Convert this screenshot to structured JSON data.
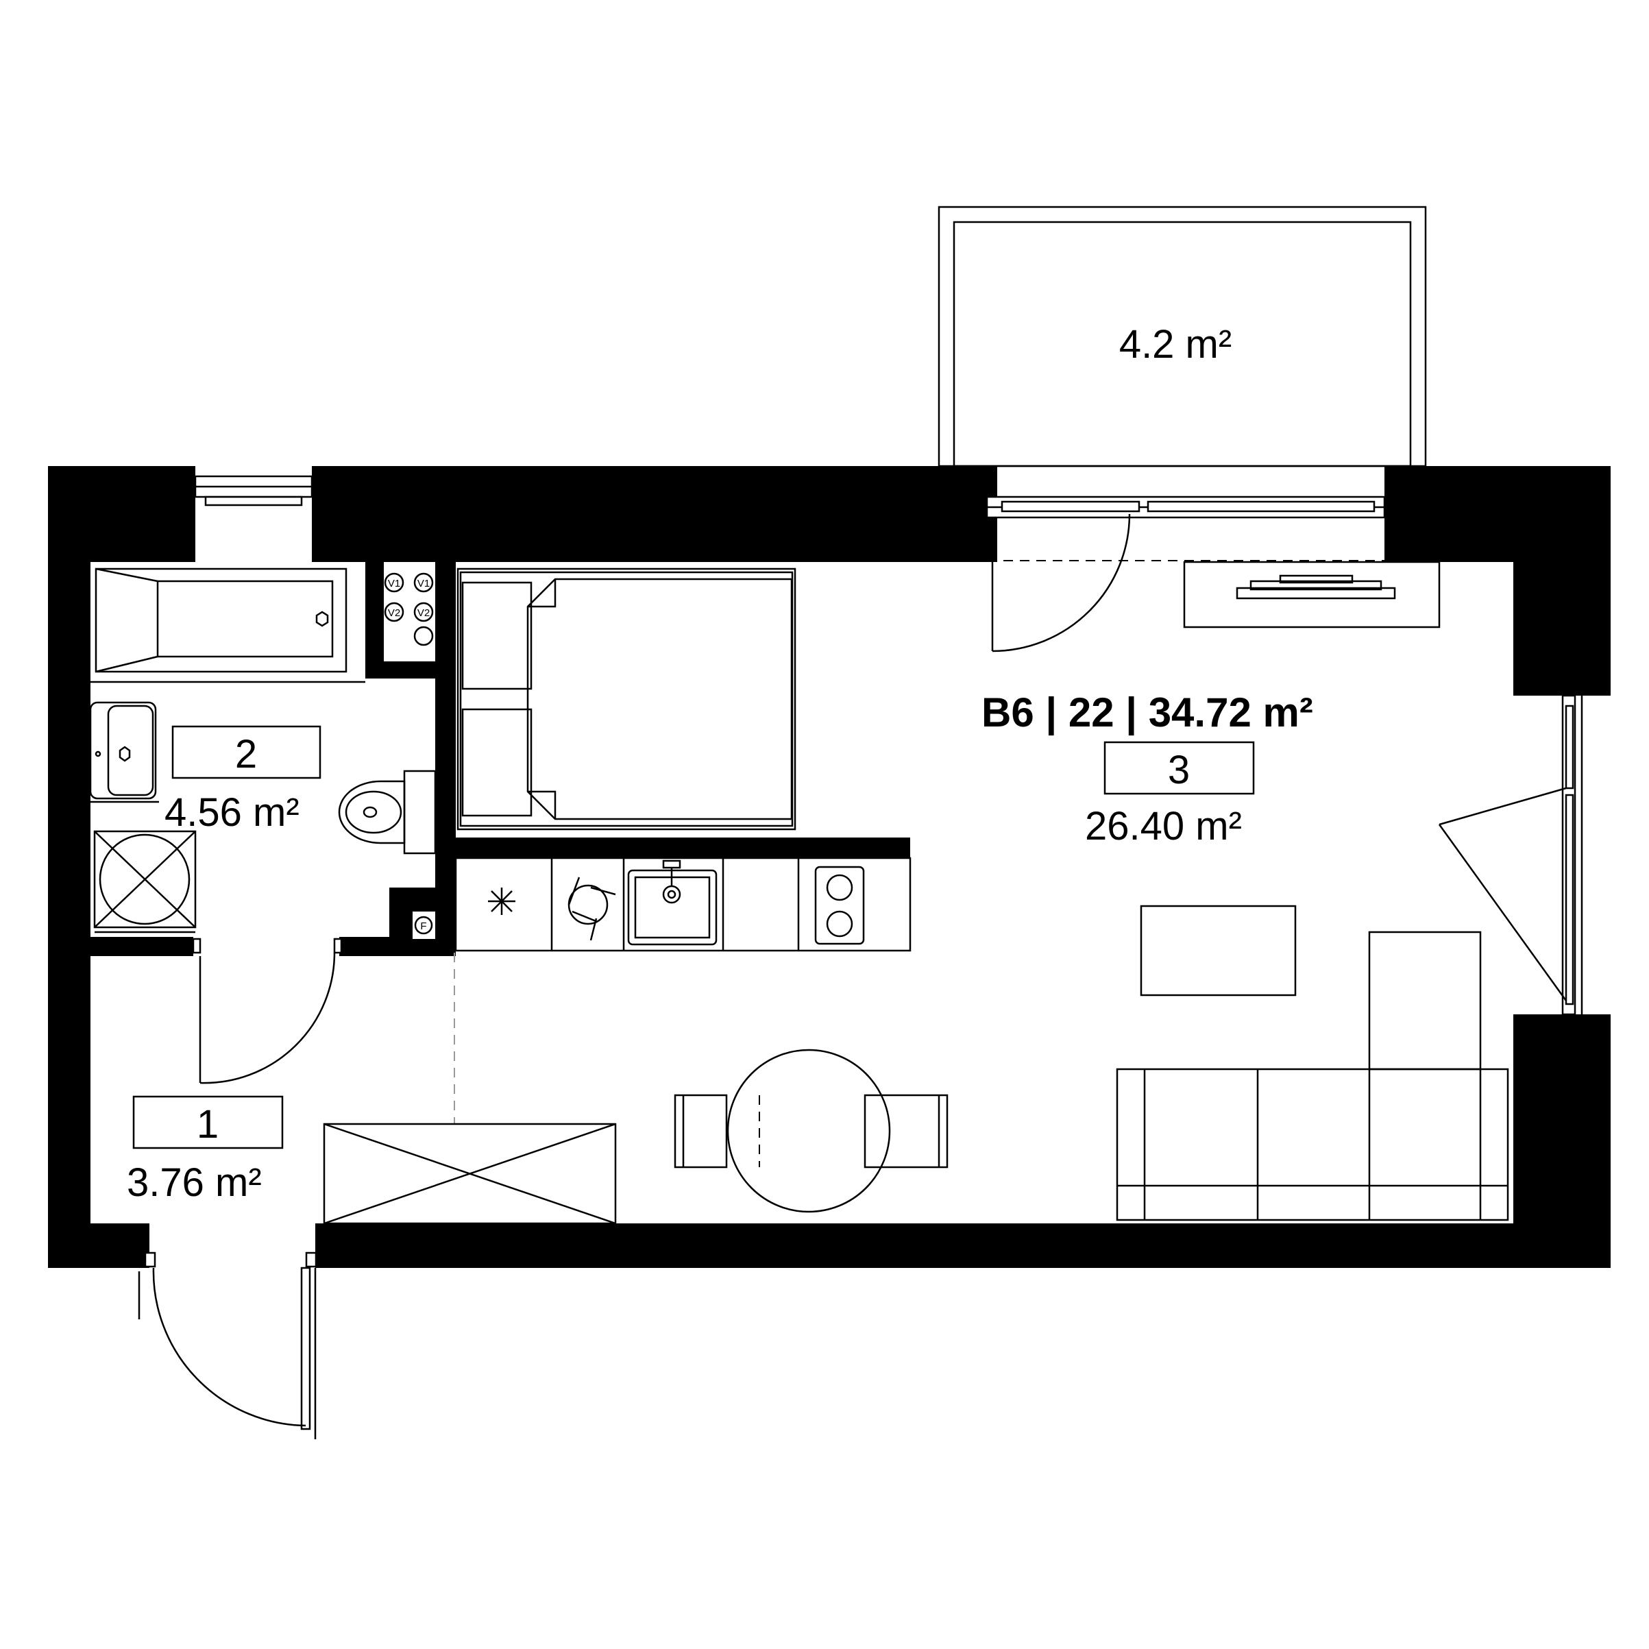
{
  "apartment_label": "B6 | 22 | 34.72 m²",
  "balcony": {
    "area": "4.2 m²"
  },
  "rooms": [
    {
      "number": "1",
      "area": "3.76 m²"
    },
    {
      "number": "2",
      "area": "4.56 m²"
    },
    {
      "number": "3",
      "area": "26.40 m²"
    }
  ],
  "fixture_labels": {
    "v1_a": "V1",
    "v1_b": "V1",
    "v2_a": "V2",
    "v2_b": "V2",
    "f": "F"
  },
  "colors": {
    "walls": "#000000",
    "background": "#ffffff",
    "lines": "#000000"
  }
}
